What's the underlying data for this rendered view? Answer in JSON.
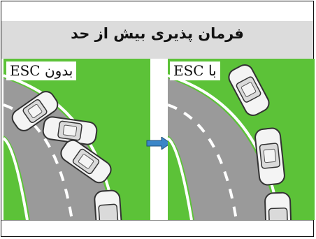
{
  "title": "فرمان پذیری بیش از حد",
  "panels": {
    "left_label": "بدون ESC",
    "right_label": "با ESC"
  },
  "colors": {
    "grass": "#5cc238",
    "road": "#9a9a9a",
    "band": "#dcdcdc",
    "arrow": "#3a86c8"
  },
  "icons": {
    "arrow": "arrow-right-icon"
  }
}
